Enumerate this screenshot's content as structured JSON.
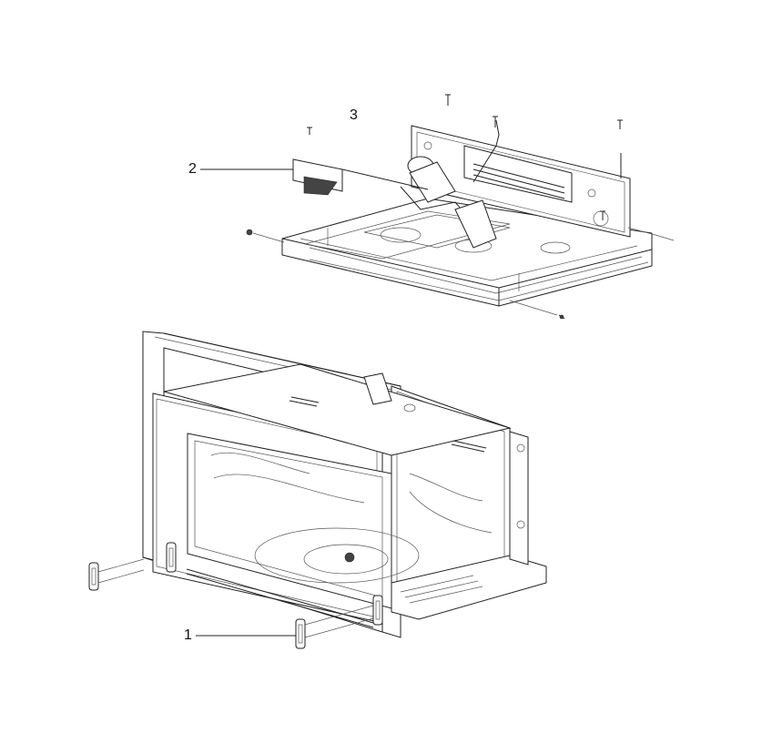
{
  "diagram": {
    "callouts": [
      {
        "id": "1",
        "text": "1"
      },
      {
        "id": "2",
        "text": "2"
      },
      {
        "id": "3",
        "text": "3"
      }
    ],
    "colors": {
      "line": "#222222",
      "background": "#ffffff"
    }
  }
}
